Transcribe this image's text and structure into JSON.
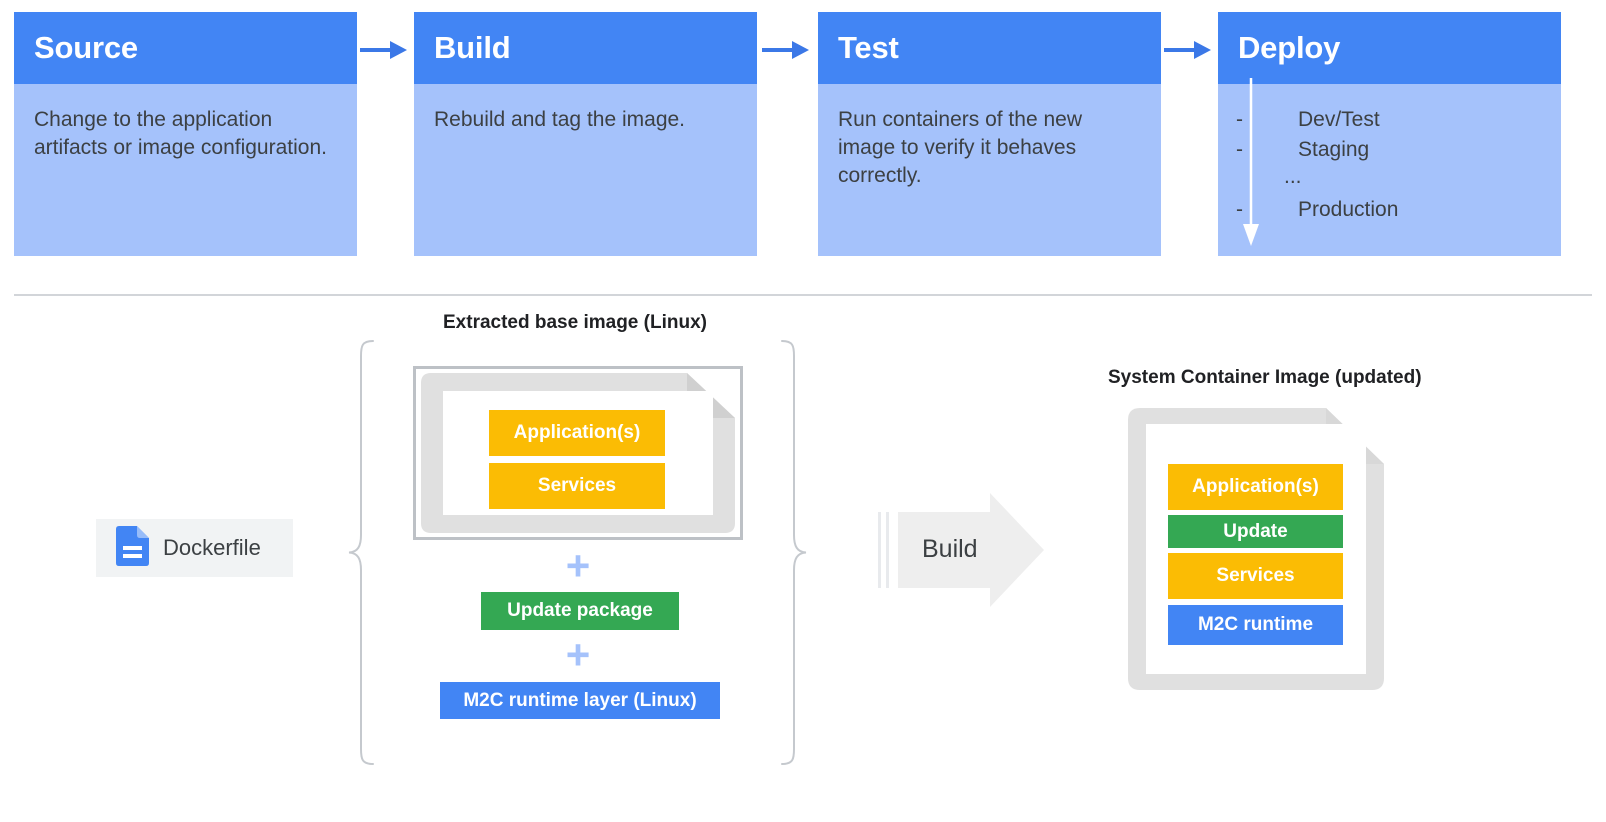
{
  "pipeline": {
    "arrow_icon": "arrow-right-icon",
    "stages": [
      {
        "title": "Source",
        "description": "Change to the application artifacts or image configuration.",
        "type": "text"
      },
      {
        "title": "Build",
        "description": "Rebuild and tag the image.",
        "type": "text"
      },
      {
        "title": "Test",
        "description": "Run containers of the new image to verify it behaves correctly.",
        "type": "text"
      },
      {
        "title": "Deploy",
        "type": "list",
        "items": [
          {
            "dash": "-",
            "label": "Dev/Test"
          },
          {
            "dash": "-",
            "label": "Staging"
          },
          {
            "dash": "",
            "label": "..."
          },
          {
            "dash": "-",
            "label": "Production"
          }
        ],
        "arrow_icon": "arrow-down-icon"
      }
    ]
  },
  "build_diagram": {
    "left_caption": "Extracted base image (Linux)",
    "right_caption": "System Container Image (updated)",
    "dockerfile": {
      "label": "Dockerfile",
      "icon": "file-document-icon"
    },
    "build_arrow": {
      "label": "Build",
      "icon": "block-arrow-right-icon"
    },
    "plus_symbol": "+",
    "brace_left_icon": "curly-brace-left-icon",
    "brace_right_icon": "curly-brace-right-icon",
    "base_image_layers": [
      {
        "label": "Application(s)",
        "color": "#FBBC04"
      },
      {
        "label": "Services",
        "color": "#FBBC04"
      }
    ],
    "additions": [
      {
        "label": "Update package",
        "color": "#34A853"
      },
      {
        "label": "M2C runtime layer (Linux)",
        "color": "#4285F4"
      }
    ],
    "result_layers": [
      {
        "label": "Application(s)",
        "color": "#FBBC04"
      },
      {
        "label": "Update",
        "color": "#34A853"
      },
      {
        "label": "Services",
        "color": "#FBBC04"
      },
      {
        "label": "M2C runtime",
        "color": "#4285F4"
      }
    ]
  },
  "colors": {
    "header_blue": "#4285F4",
    "body_blue": "#A5C2FB",
    "yellow": "#FBBC04",
    "green": "#34A853",
    "blue": "#4285F4",
    "gray_doc": "#E0E0E0",
    "gray_line": "#D2D5D9",
    "text_dark": "#3C4043"
  }
}
